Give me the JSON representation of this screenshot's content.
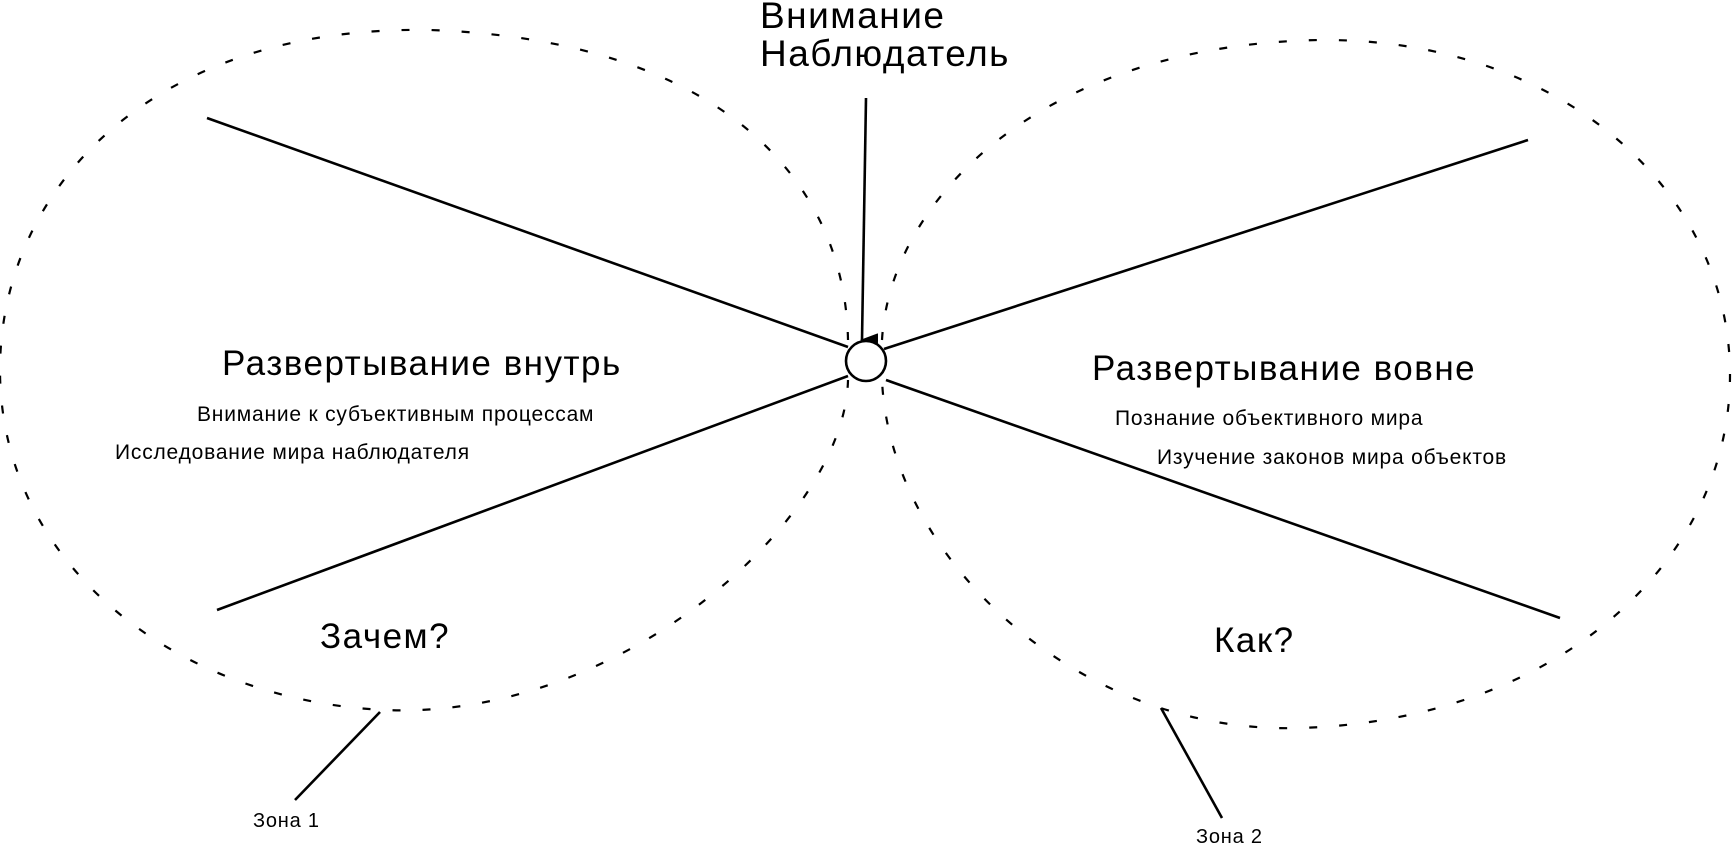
{
  "observer": {
    "line1": "Внимание",
    "line2": "Наблюдатель"
  },
  "left": {
    "title": "Развертывание внутрь",
    "sub1": "Внимание к субъективным процессам",
    "sub2": "Исследование мира наблюдателя",
    "question": "Зачем?",
    "zone": "Зона 1"
  },
  "right": {
    "title": "Развертывание вовне",
    "sub1": "Познание объективного мира",
    "sub2": "Изучение законов мира объектов",
    "question": "Как?",
    "zone": "Зона 2"
  },
  "colors": {
    "stroke": "#000000",
    "background": "#ffffff"
  }
}
